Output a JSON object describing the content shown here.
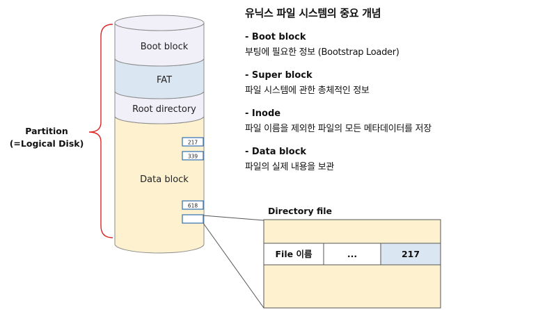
{
  "title": "유닉스 파일 시스템의 중요 개념",
  "notes": [
    {
      "heading": "- Boot block",
      "desc": "부팅에 필요한 정보 (Bootstrap  Loader)"
    },
    {
      "heading": "- Super block",
      "desc": "파일 시스템에 관한 총체적인 정보"
    },
    {
      "heading": "-   Inode",
      "desc": "파일 이름을 제외한 파일의 모든 메타데이터를 저장"
    },
    {
      "heading": "-   Data block",
      "desc": "파일의 실제 내용을 보관"
    }
  ],
  "partition": {
    "line1": "Partition",
    "line2": "(=Logical Disk)"
  },
  "disk": {
    "segments": [
      "Boot block",
      "FAT",
      "Root directory",
      "Data block"
    ],
    "blocks": [
      "217",
      "339",
      "618",
      ""
    ]
  },
  "directory_file": {
    "label": "Directory file",
    "cells": [
      "File 이름",
      "...",
      "217"
    ]
  },
  "colors": {
    "boot": "#f1eff7",
    "fat": "#dae6f2",
    "root": "#f1eff7",
    "data": "#fdf1cf",
    "brace": "#e02424",
    "block_border": "#2f6fb0",
    "entry_highlight": "#dae6f2"
  }
}
